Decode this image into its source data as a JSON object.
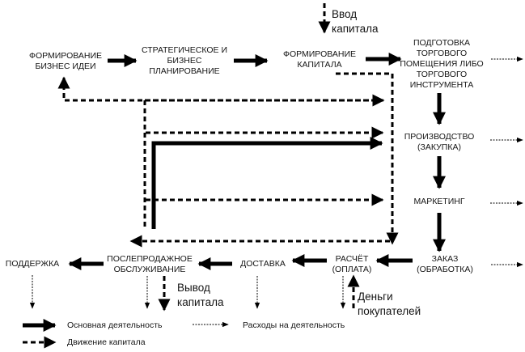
{
  "nodes": {
    "idea": "ФОРМИРОВАНИЕ\nБИЗНЕС ИДЕИ",
    "strategy": "СТРАТЕГИЧЕСКОЕ И\nБИЗНЕС\nПЛАНИРОВАНИЕ",
    "capital": "ФОРМИРОВАНИЕ\nКАПИТАЛА",
    "preparation": "ПОДГОТОВКА\nТОРГОВОГО\nПОМЕЩЕНИЯ ЛИБО\nТОРГОВОГО\nИНСТРУМЕНТА",
    "production": "ПРОИЗВОДСТВО\n(ЗАКУПКА)",
    "marketing": "МАРКЕТИНГ",
    "order": "ЗАКАЗ\n(ОБРАБОТКА)",
    "payment": "РАСЧЁТ\n(ОПЛАТА)",
    "delivery": "ДОСТАВКА",
    "aftersales": "ПОСЛЕПРОДАЖНОЕ\nОБСЛУЖИВАНИЕ",
    "support": "ПОДДЕРЖКА"
  },
  "annotations": {
    "capital_in": "Ввод\nкапитала",
    "capital_out": "Вывод\nкапитала",
    "customer_money": "Деньги\nпокупателей"
  },
  "legend": {
    "main_activity": "Основная деятельность",
    "capital_flow": "Движение капитала",
    "expenses": "Расходы на деятельность"
  }
}
